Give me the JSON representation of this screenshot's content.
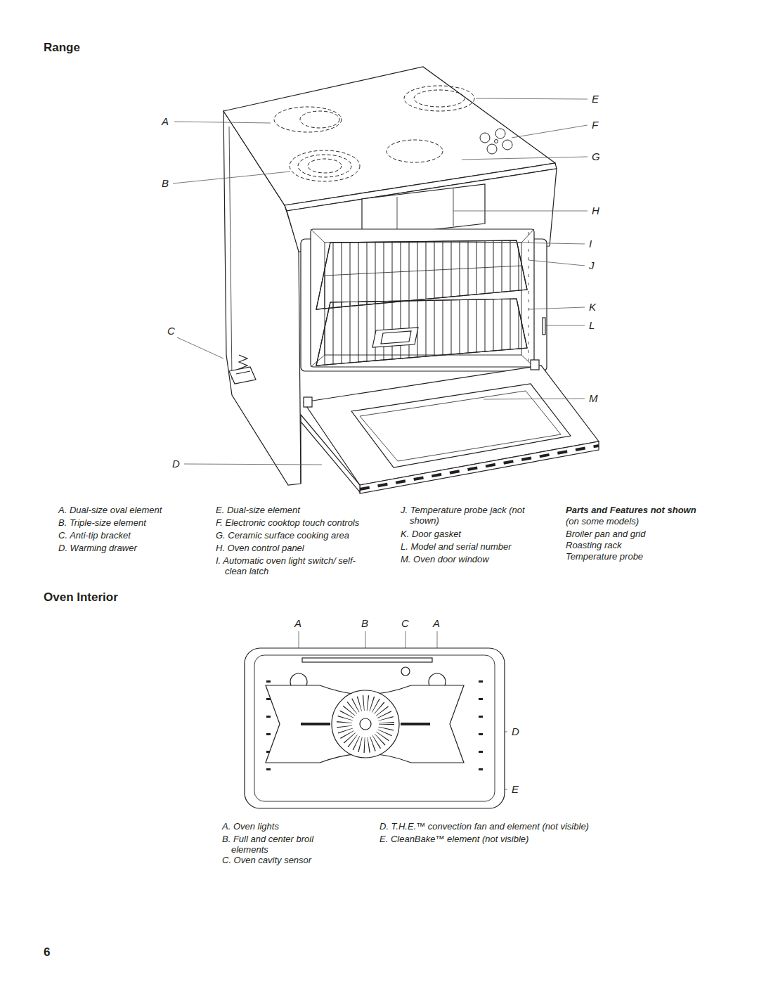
{
  "diagram": {
    "title": "Range",
    "labels": [
      "A",
      "B",
      "C",
      "D",
      "E",
      "F",
      "G",
      "H",
      "I",
      "J",
      "K",
      "L",
      "M",
      "A. Dual-size oval element",
      "B. Triple-size element",
      "C. Anti-tip bracket",
      "D. Warming drawer",
      "E. Dual-size element",
      "F. Electronic cooktop touch controls",
      "G. Ceramic surface cooking area",
      "H. Oven control panel",
      "I. Automatic oven light switch/ self-clean latch",
      "J. Temperature probe jack (not shown)",
      "K. Door gasket",
      "L. Model and serial number",
      "M. Oven door window",
      "Parts and Features not shown",
      "(on some models)",
      "Broiler pan and grid",
      "Roasting rack",
      "Temperature probe",
      "Oven Interior",
      "A",
      "B",
      "C",
      "A",
      "D",
      "E",
      "A. Oven lights",
      "B. Full and center broil elements",
      "C. Oven cavity sensor",
      "D. T.H.E.™ convection fan and element (not visible)",
      "E. CleanBake™ element (not visible)",
      "6"
    ]
  }
}
